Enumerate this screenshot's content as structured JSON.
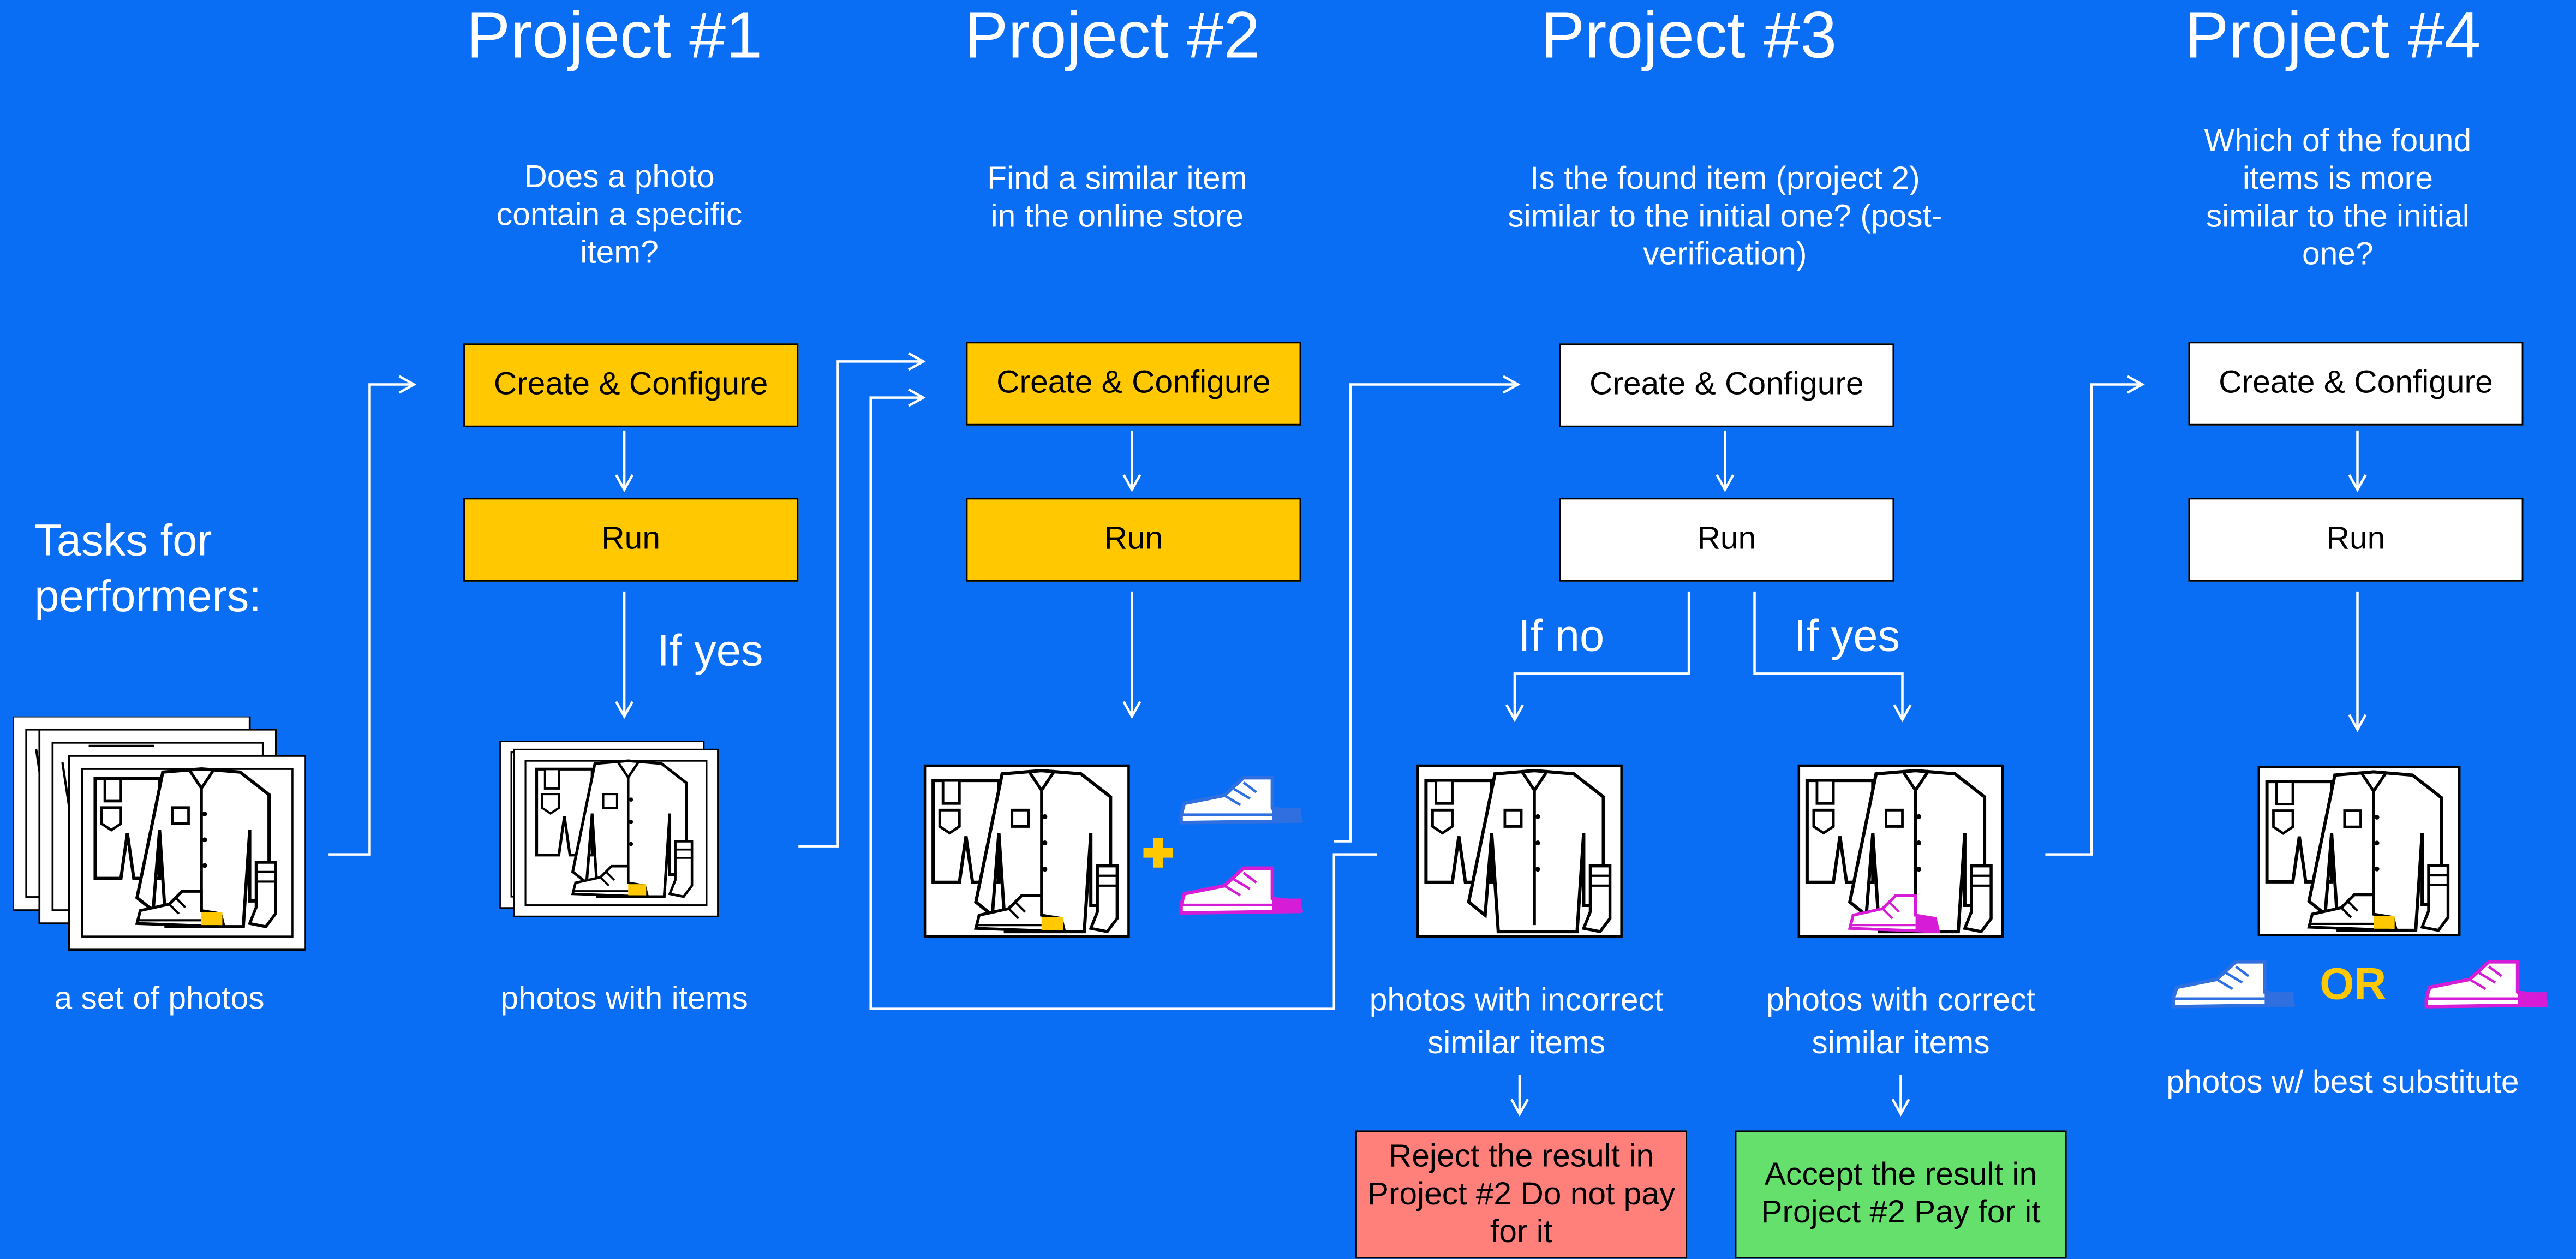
{
  "colors": {
    "background": "#0a6ef5",
    "step_yellow": "#ffc800",
    "step_white": "#ffffff",
    "reject": "#ff7f7a",
    "accept": "#66e06d",
    "shoe_blue": "#2f6fe0",
    "shoe_magenta": "#d61cd6",
    "shoe_yellow": "#ffc800"
  },
  "intro": {
    "heading": "Tasks for performers:",
    "set_label": "a set of photos"
  },
  "projects": [
    {
      "title": "Project #1",
      "question": "Does a photo contain a specific item?",
      "create": "Create & Configure",
      "run": "Run",
      "branch": "If yes",
      "result": "photos with items"
    },
    {
      "title": "Project #2",
      "question": "Find a similar item in the online store",
      "create": "Create & Configure",
      "run": "Run"
    },
    {
      "title": "Project #3",
      "question": "Is the found item (project 2) similar to the initial one? (post-verification)",
      "create": "Create & Configure",
      "run": "Run",
      "branch_no": "If no",
      "branch_yes": "If yes",
      "result_incorrect": "photos with incorrect similar items",
      "result_correct": "photos with correct similar items",
      "reject": "Reject the result in Project #2 Do not pay for it",
      "accept": "Accept the result in Project #2 Pay for it"
    },
    {
      "title": "Project #4",
      "question": "Which of the found items is more similar to the initial one?",
      "create": "Create & Configure",
      "run": "Run",
      "or": "OR",
      "result": "photos w/ best substitute"
    }
  ],
  "icons": [
    "clothes-photo-icon",
    "shoe-icon",
    "plus-icon",
    "arrow-icon"
  ]
}
